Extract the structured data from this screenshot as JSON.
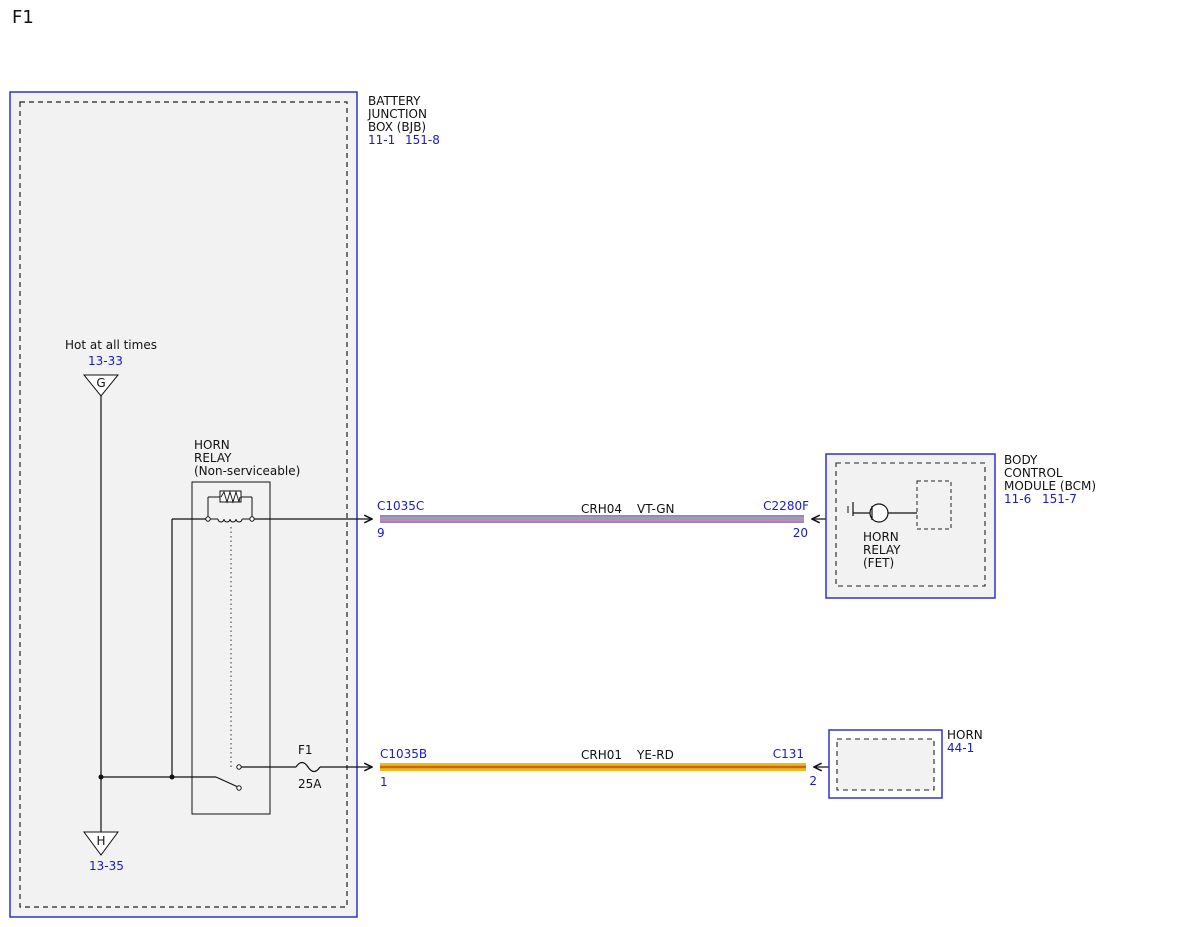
{
  "page": {
    "title": "F1"
  },
  "colors": {
    "frame": "#3333cc",
    "ref_text": "#1a1acc",
    "box_fill": "#f2f2f2",
    "wire_vt_gn": [
      "#8e7cc3",
      "#c38ac9",
      "#7db37d"
    ],
    "wire_ye_rd": [
      "#f2c300",
      "#d98a1a",
      "#e0b000"
    ]
  },
  "bjb": {
    "name_lines": [
      "BATTERY",
      "JUNCTION",
      "BOX (BJB)"
    ],
    "refs": [
      "11-1",
      "151-8"
    ]
  },
  "supply": {
    "label": "Hot at all times",
    "ref": "13-33",
    "terminal": "G"
  },
  "ground": {
    "ref": "13-35",
    "terminal": "H"
  },
  "horn_relay": {
    "name_lines": [
      "HORN",
      "RELAY",
      "(Non-serviceable)"
    ]
  },
  "fuse": {
    "name": "F1",
    "rating": "25A"
  },
  "circuits": [
    {
      "from_connector": "C1035C",
      "from_pin": "9",
      "circuit": "CRH04",
      "color": "VT-GN",
      "to_connector": "C2280F",
      "to_pin": "20"
    },
    {
      "from_connector": "C1035B",
      "from_pin": "1",
      "circuit": "CRH01",
      "color": "YE-RD",
      "to_connector": "C131",
      "to_pin": "2"
    }
  ],
  "bcm": {
    "name_lines": [
      "BODY",
      "CONTROL",
      "MODULE (BCM)"
    ],
    "refs": [
      "11-6",
      "151-7"
    ],
    "internal_label_lines": [
      "HORN",
      "RELAY",
      "(FET)"
    ]
  },
  "horn": {
    "name": "HORN",
    "ref": "44-1"
  }
}
